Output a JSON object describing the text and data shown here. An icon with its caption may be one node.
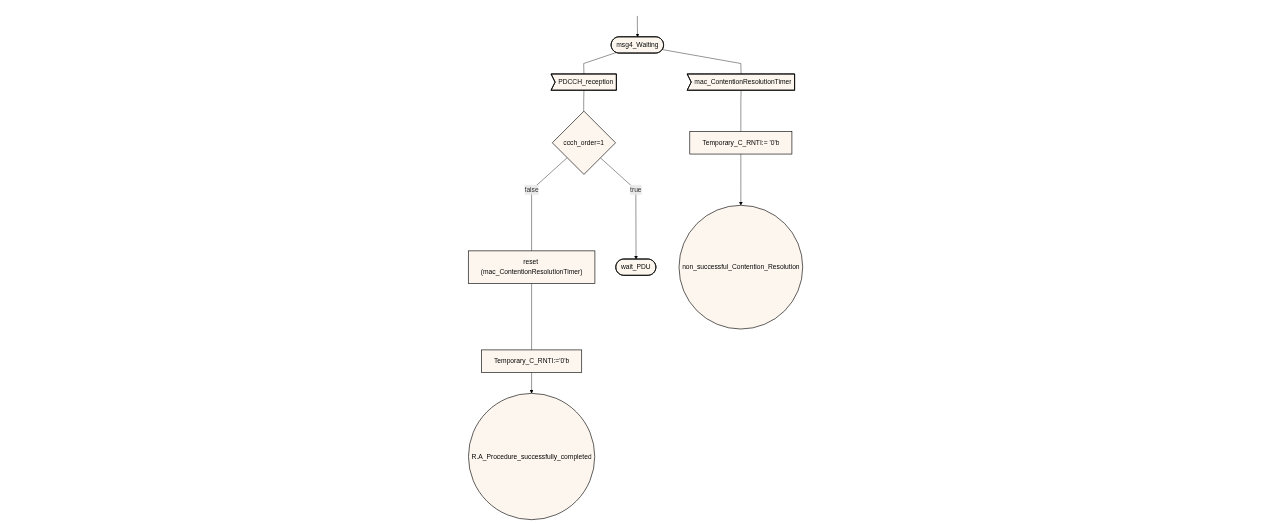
{
  "diagram": {
    "nodes": [
      {
        "text": [
          "msg4_Waiting"
        ]
      },
      {
        "text": [
          "PDCCH_reception"
        ]
      },
      {
        "text": [
          "mac_ContentionResolutionTimer"
        ]
      },
      {
        "text": [
          "ccch_order=1"
        ]
      },
      {
        "text": [
          "reset (mac_ContentionResolutionTimer)"
        ]
      },
      {
        "text": [
          "Temporary_C_RNTI:='0'b"
        ]
      },
      {
        "text": [
          "R.A_Procedure_successfully_completed"
        ]
      },
      {
        "text": [
          "wait_PDU"
        ]
      },
      {
        "text": [
          "Temporary_C_RNTI:= '0'b"
        ]
      },
      {
        "text": [
          "non_successful_Contention_Resolution"
        ]
      }
    ],
    "edges": [
      {
        "from": null,
        "to": 0,
        "arrow": "to"
      },
      {
        "from": 0,
        "to": 1,
        "arrow": "none"
      },
      {
        "from": 0,
        "to": 2,
        "arrow": "none"
      },
      {
        "from": 1,
        "to": 3,
        "arrow": "none"
      },
      {
        "from": 3,
        "to": 4,
        "arrow": "none",
        "label": "false"
      },
      {
        "from": 3,
        "to": 7,
        "arrow": "to",
        "label": "true"
      },
      {
        "from": 4,
        "to": 5,
        "arrow": "none"
      },
      {
        "from": 5,
        "to": 6,
        "arrow": "to"
      },
      {
        "from": 2,
        "to": 8,
        "arrow": "none"
      },
      {
        "from": 8,
        "to": 9,
        "arrow": "to"
      }
    ]
  }
}
